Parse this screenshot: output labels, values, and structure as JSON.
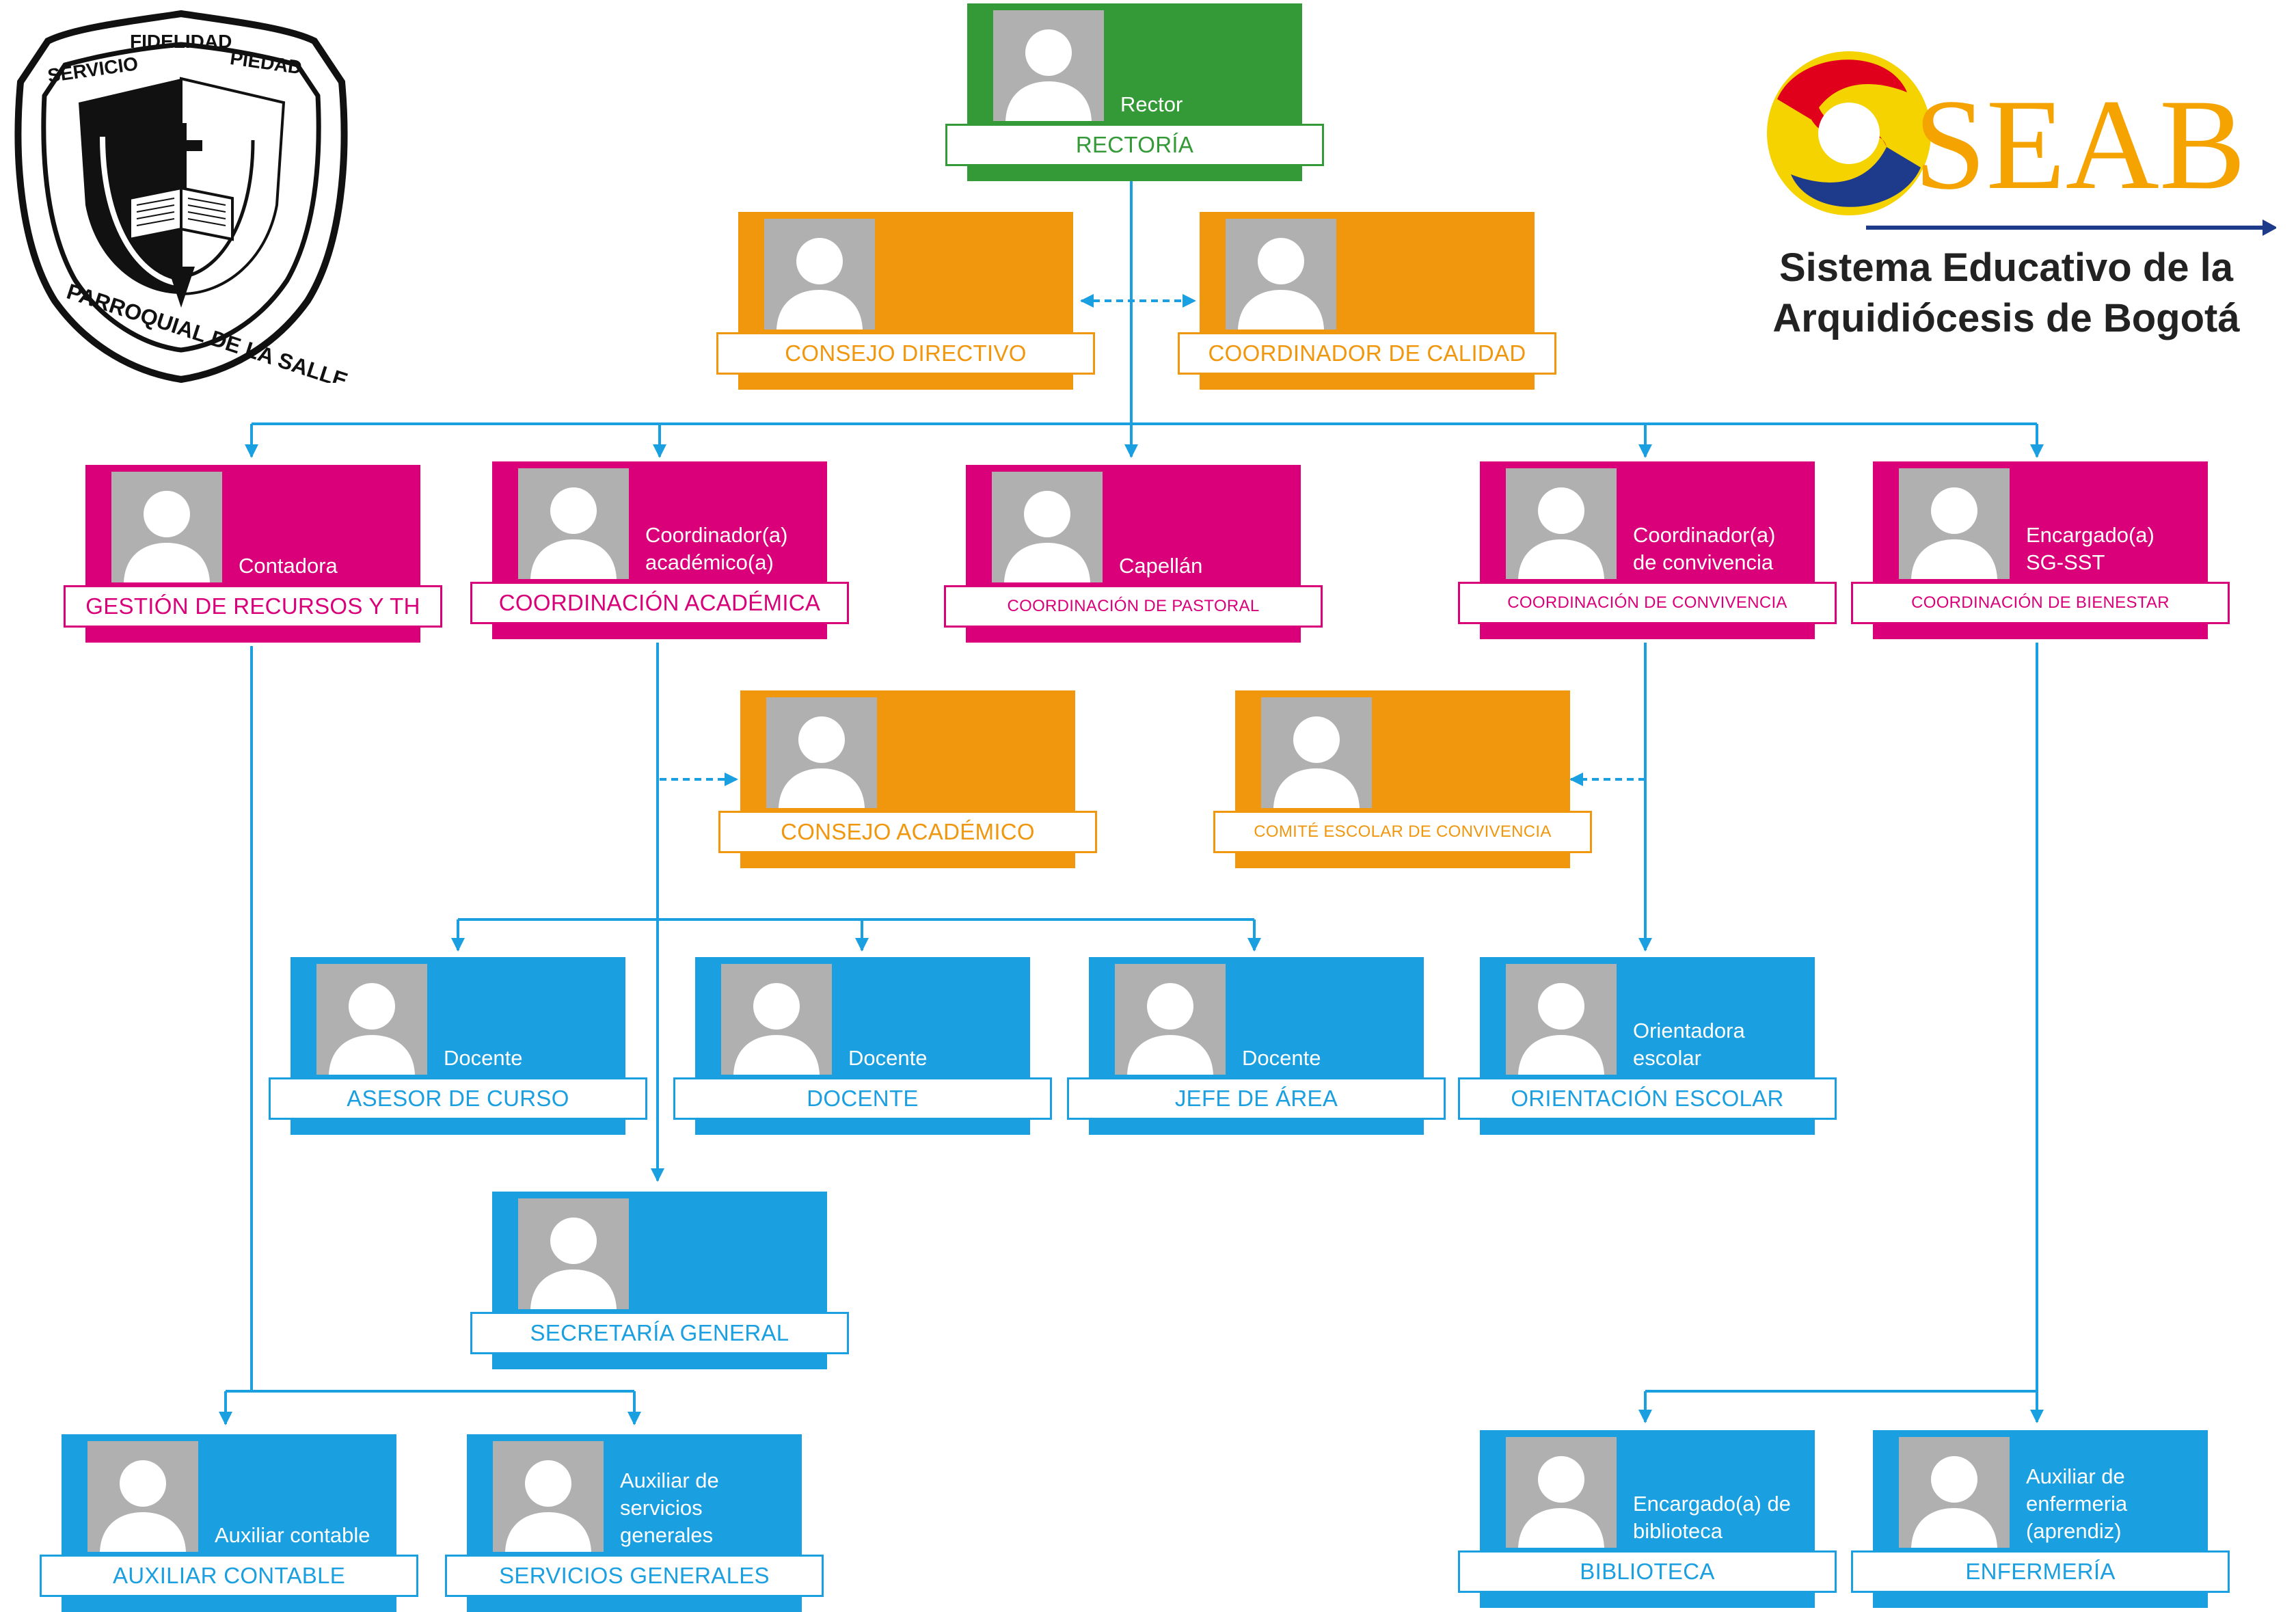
{
  "logos": {
    "left": {
      "words": [
        "SERVICIO",
        "FIDELIDAD",
        "PIEDAD",
        "PARROQUIAL DE LA SALLE"
      ]
    },
    "right": {
      "wordmark": "SEAB",
      "line1": "Sistema Educativo de la",
      "line2": "Arquidiócesis de Bogotá",
      "colors": [
        "#e0001b",
        "#f5d300",
        "#1e3a8a",
        "#8cc63f"
      ]
    }
  },
  "nodes": {
    "rectoria": {
      "role": "Rector",
      "label": "RECTORÍA",
      "color": "#349a37"
    },
    "consejo_directivo": {
      "role": "",
      "label": "CONSEJO DIRECTIVO",
      "color": "#f0970e"
    },
    "coordinador_calidad": {
      "role": "",
      "label": "COORDINADOR DE CALIDAD",
      "color": "#f0970e"
    },
    "gestion_recursos": {
      "role": "Contadora",
      "label": "GESTIÓN DE RECURSOS Y TH",
      "color": "#d9007a"
    },
    "coord_academica": {
      "role": "Coordinador(a) académico(a)",
      "label": "COORDINACIÓN ACADÉMICA",
      "color": "#d9007a"
    },
    "coord_pastoral": {
      "role": "Capellán",
      "label": "COORDINACIÓN DE PASTORAL",
      "color": "#d9007a"
    },
    "coord_convivencia": {
      "role": "Coordinador(a) de convivencia",
      "label": "COORDINACIÓN DE CONVIVENCIA",
      "color": "#d9007a"
    },
    "coord_bienestar": {
      "role": "Encargado(a) SG-SST",
      "label": "COORDINACIÓN DE BIENESTAR",
      "color": "#d9007a"
    },
    "consejo_academico": {
      "role": "",
      "label": "CONSEJO ACADÉMICO",
      "color": "#f0970e"
    },
    "comite_convivencia": {
      "role": "",
      "label": "COMITÉ ESCOLAR DE CONVIVENCIA",
      "color": "#f0970e"
    },
    "asesor_curso": {
      "role": "Docente",
      "label": "ASESOR DE CURSO",
      "color": "#1a9fe0"
    },
    "docente": {
      "role": "Docente",
      "label": "DOCENTE",
      "color": "#1a9fe0"
    },
    "jefe_area": {
      "role": "Docente",
      "label": "JEFE DE ÁREA",
      "color": "#1a9fe0"
    },
    "orientacion": {
      "role": "Orientadora escolar",
      "label": "ORIENTACIÓN ESCOLAR",
      "color": "#1a9fe0"
    },
    "secretaria": {
      "role": "",
      "label": "SECRETARÍA GENERAL",
      "color": "#1a9fe0"
    },
    "aux_contable": {
      "role": "Auxiliar contable",
      "label": "AUXILIAR CONTABLE",
      "color": "#1a9fe0"
    },
    "servicios_generales": {
      "role": "Auxiliar de servicios generales",
      "label": "SERVICIOS GENERALES",
      "color": "#1a9fe0"
    },
    "biblioteca": {
      "role": "Encargado(a) de biblioteca",
      "label": "BIBLIOTECA",
      "color": "#1a9fe0"
    },
    "enfermeria": {
      "role": "Auxiliar de enfermeria (aprendiz)",
      "label": "ENFERMERÍA",
      "color": "#1a9fe0"
    }
  },
  "connector_color": "#1a9fe0",
  "icons": {
    "photo": "person-placeholder-icon"
  }
}
